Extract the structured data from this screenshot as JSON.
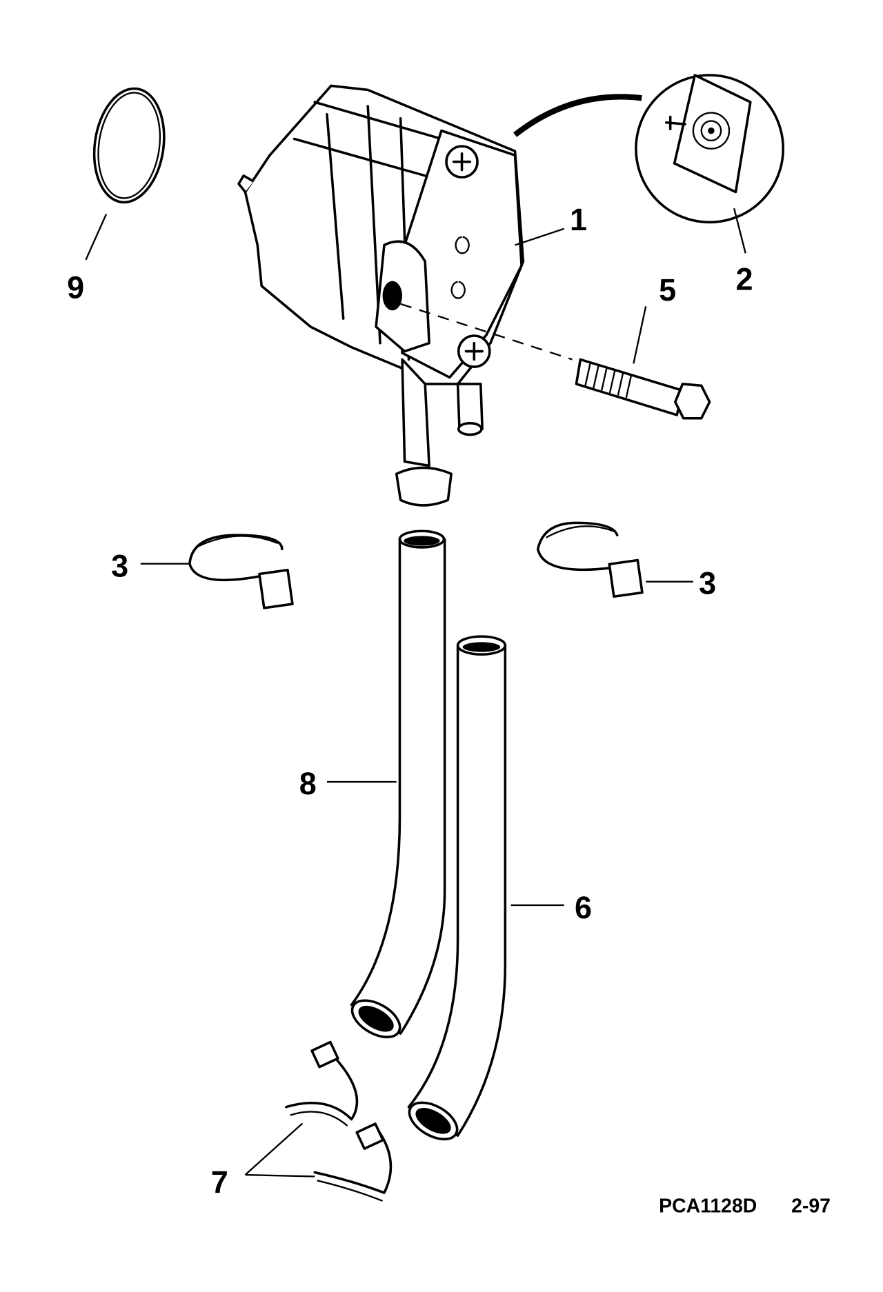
{
  "diagram": {
    "title": "Fuel pump exploded parts diagram",
    "callouts": {
      "pump": "1",
      "diaphragm_kit": "2",
      "clamp_left": "3",
      "clamp_right": "3",
      "bolt": "5",
      "hose_long": "6",
      "ties": "7",
      "hose_short": "8",
      "o_ring": "9"
    },
    "footer": {
      "code": "PCA1128D",
      "date": "2-97"
    }
  }
}
